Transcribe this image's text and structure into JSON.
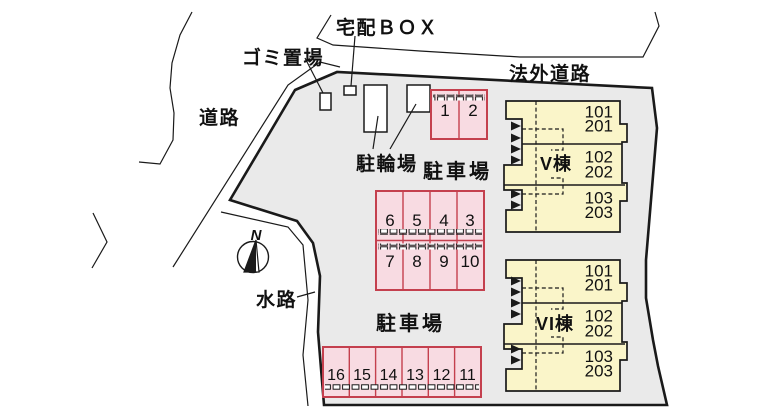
{
  "colors": {
    "site_fill": "#eaeaea",
    "outline": "#1a1a1a",
    "parking_fill": "#f8dbe2",
    "parking_border": "#c4404e",
    "building_fill": "#faf5c9"
  },
  "labels": {
    "road_left": "道路",
    "road_top": "法外道路",
    "garbage_area": "ゴミ置場",
    "delivery_box": "宅配ＢＯＸ",
    "bicycle_parking": "駐輪場",
    "parking_upper": "駐車場",
    "parking_lower": "駐車場",
    "waterway": "水路",
    "compass_north": "N"
  },
  "buildings": [
    {
      "name": "V棟",
      "units": [
        {
          "upper": "101",
          "lower": "201"
        },
        {
          "upper": "102",
          "lower": "202"
        },
        {
          "upper": "103",
          "lower": "203"
        }
      ]
    },
    {
      "name": "VI棟",
      "units": [
        {
          "upper": "101",
          "lower": "201"
        },
        {
          "upper": "102",
          "lower": "202"
        },
        {
          "upper": "103",
          "lower": "203"
        }
      ]
    }
  ],
  "parking": {
    "block_top": [
      "1",
      "2"
    ],
    "block_middle_row1": [
      "6",
      "5",
      "4",
      "3"
    ],
    "block_middle_row2": [
      "7",
      "8",
      "9",
      "10"
    ],
    "block_bottom": [
      "16",
      "15",
      "14",
      "13",
      "12",
      "11"
    ]
  }
}
